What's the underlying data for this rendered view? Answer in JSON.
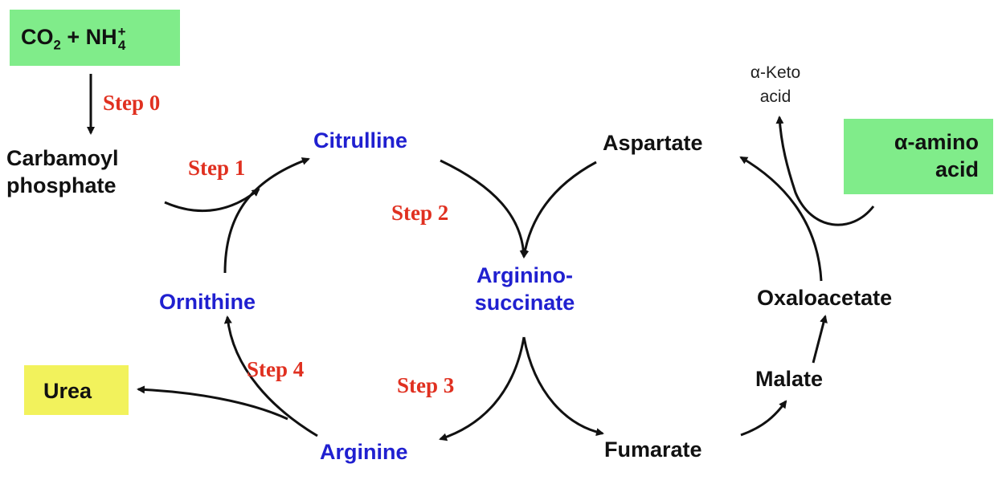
{
  "colors": {
    "green_box": "#80ec8a",
    "yellow_box": "#f2f25c",
    "blue_text": "#2020d0",
    "step_text": "#e03020",
    "arrow": "#111111"
  },
  "inputs": {
    "co2_prefix": "CO",
    "co2_sub": "2",
    "plus": " + NH",
    "nh_sub": "4",
    "nh_sup": "+"
  },
  "nodes": {
    "carbamoyl_line1": "Carbamoyl",
    "carbamoyl_line2": "phosphate",
    "citrulline": "Citrulline",
    "argininosuccinate_line1": "Arginino-",
    "argininosuccinate_line2": "succinate",
    "ornithine": "Ornithine",
    "arginine": "Arginine",
    "urea": "Urea",
    "aspartate": "Aspartate",
    "fumarate": "Fumarate",
    "malate": "Malate",
    "oxaloacetate": "Oxaloacetate",
    "keto_line1": "α-Keto",
    "keto_line2": "acid",
    "amino_line1": "α-amino",
    "amino_line2": "acid"
  },
  "steps": {
    "step0": "Step 0",
    "step1": "Step 1",
    "step2": "Step 2",
    "step3": "Step 3",
    "step4": "Step 4"
  }
}
